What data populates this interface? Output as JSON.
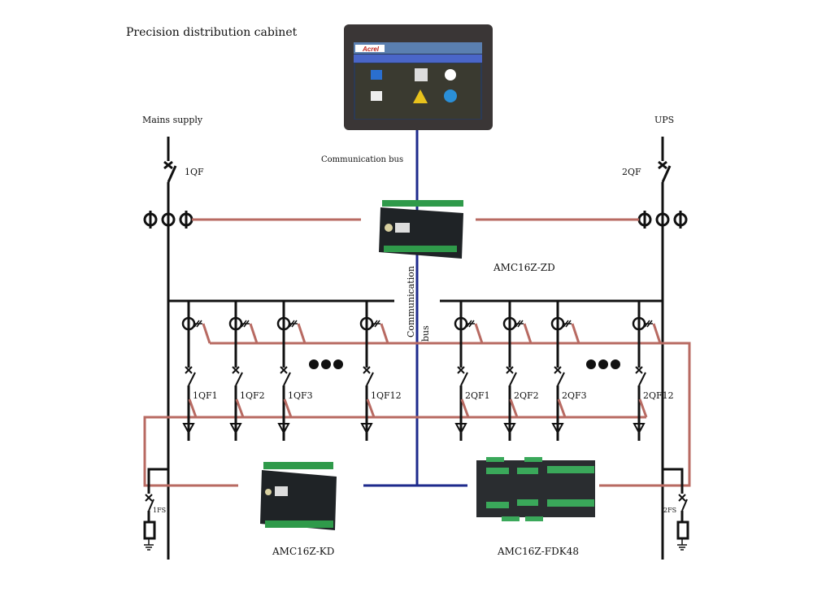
{
  "title": "Precision distribution cabinet",
  "labels": {
    "mains": "Mains supply",
    "ups": "UPS",
    "comm_bus_top": "Communication bus",
    "comm_vertical_1": "Communication",
    "comm_vertical_2": "bus",
    "breaker_1qf": "1QF",
    "breaker_2qf": "2QF",
    "fs1": "1FS",
    "fs2": "2FS"
  },
  "screen": {
    "brand": "Acrel"
  },
  "devices": {
    "zd": "AMC16Z-ZD",
    "kd": "AMC16Z-KD",
    "fdk48": "AMC16Z-FDK48"
  },
  "branches_left": [
    "1QF1",
    "1QF2",
    "1QF3",
    "1QF12"
  ],
  "branches_right": [
    "2QF1",
    "2QF2",
    "2QF3",
    "2QF12"
  ],
  "colors": {
    "power": "#111111",
    "signal": "#b86a62",
    "comm": "#1d2a8c"
  }
}
